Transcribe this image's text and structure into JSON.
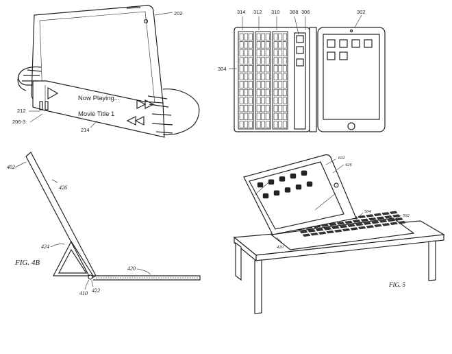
{
  "panel1": {
    "screen_text": {
      "now_playing": "Now Playing...",
      "movie_title": "Movie Title 1"
    },
    "refs": {
      "r202": "202",
      "r212": "212",
      "r206_3": "206-3",
      "r214": "214"
    }
  },
  "panel2": {
    "refs": {
      "r314": "314",
      "r312": "312",
      "r310": "310",
      "r308": "308",
      "r306": "306",
      "r302": "302",
      "r304": "304"
    }
  },
  "panel3": {
    "refs": {
      "r402": "402",
      "r426": "426",
      "r424": "424",
      "r420": "420",
      "r410": "410",
      "r422": "422"
    },
    "figure_label": "FIG. 4B"
  },
  "panel4": {
    "refs": {
      "r602": "602",
      "r426": "426",
      "r504": "504",
      "r502": "502",
      "r420": "420"
    },
    "figure_label": "FIG. 5"
  }
}
